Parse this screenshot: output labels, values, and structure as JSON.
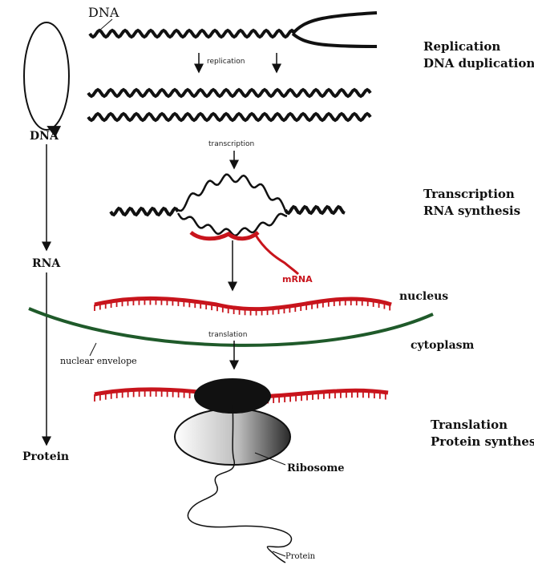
{
  "left": {
    "dna_top": "DNA",
    "dna_mid": "DNA",
    "rna": "RNA",
    "protein": "Protein"
  },
  "steps": {
    "replication": {
      "title": "Replication",
      "subtitle": "DNA duplication"
    },
    "transcription": {
      "title": "Transcription",
      "subtitle": "RNA synthesis"
    },
    "translation": {
      "title": "Translation",
      "subtitle": "Protein synthesis"
    }
  },
  "compartments": {
    "nucleus": "nucleus",
    "cytoplasm": "cytoplasm"
  },
  "annotations": {
    "replication_arrow": "replication",
    "transcription_arrow": "transcription",
    "translation_arrow": "translation",
    "mrna": "mRNA",
    "envelope": "nuclear envelope",
    "ribosome": "Ribosome",
    "protein_chain": "Protein"
  },
  "colors": {
    "strand": "#111111",
    "mrna": "#c8141c",
    "envelope": "#1f5a2a",
    "ribosome_large": "#111111"
  }
}
